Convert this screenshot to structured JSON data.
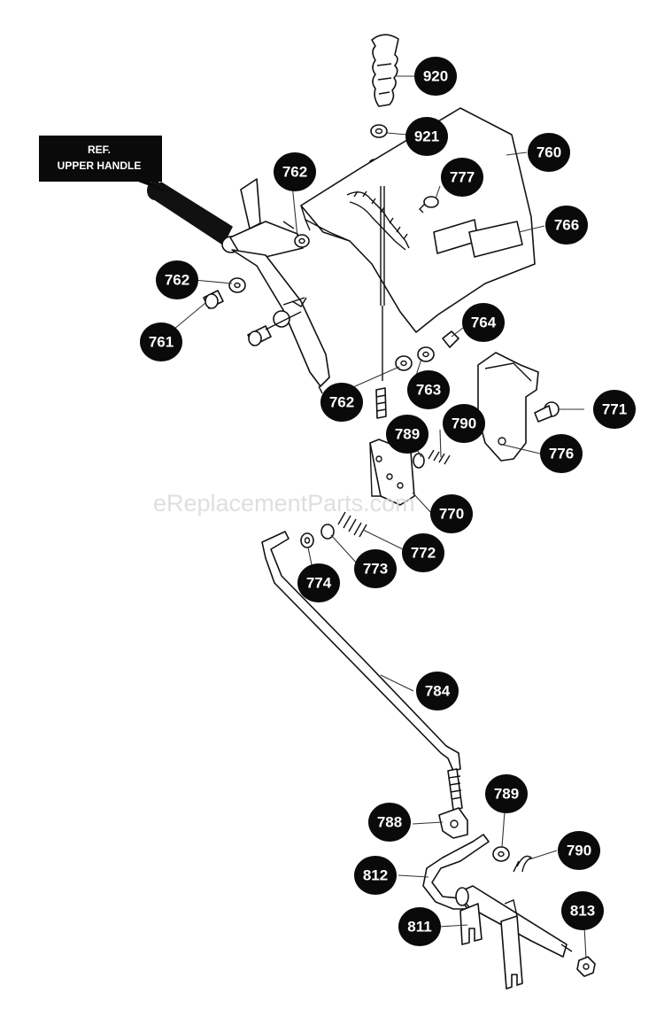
{
  "diagram": {
    "reference_label": [
      "REF.",
      "UPPER HANDLE"
    ],
    "watermark": "eReplacementParts.com",
    "part_labels": {
      "p920": "920",
      "p921": "921",
      "p760": "760",
      "p762a": "762",
      "p777": "777",
      "p766": "766",
      "p762b": "762",
      "p761": "761",
      "p764": "764",
      "p763": "763",
      "p762c": "762",
      "p771": "771",
      "p789a": "789",
      "p790a": "790",
      "p776": "776",
      "p770": "770",
      "p772": "772",
      "p773": "773",
      "p774": "774",
      "p784": "784",
      "p789b": "789",
      "p788": "788",
      "p790b": "790",
      "p812": "812",
      "p813": "813",
      "p811": "811"
    },
    "colors": {
      "badge": "#0a0a0a",
      "badge_text": "#ffffff",
      "line": "#111111",
      "watermark": "#d9d9d9"
    }
  }
}
